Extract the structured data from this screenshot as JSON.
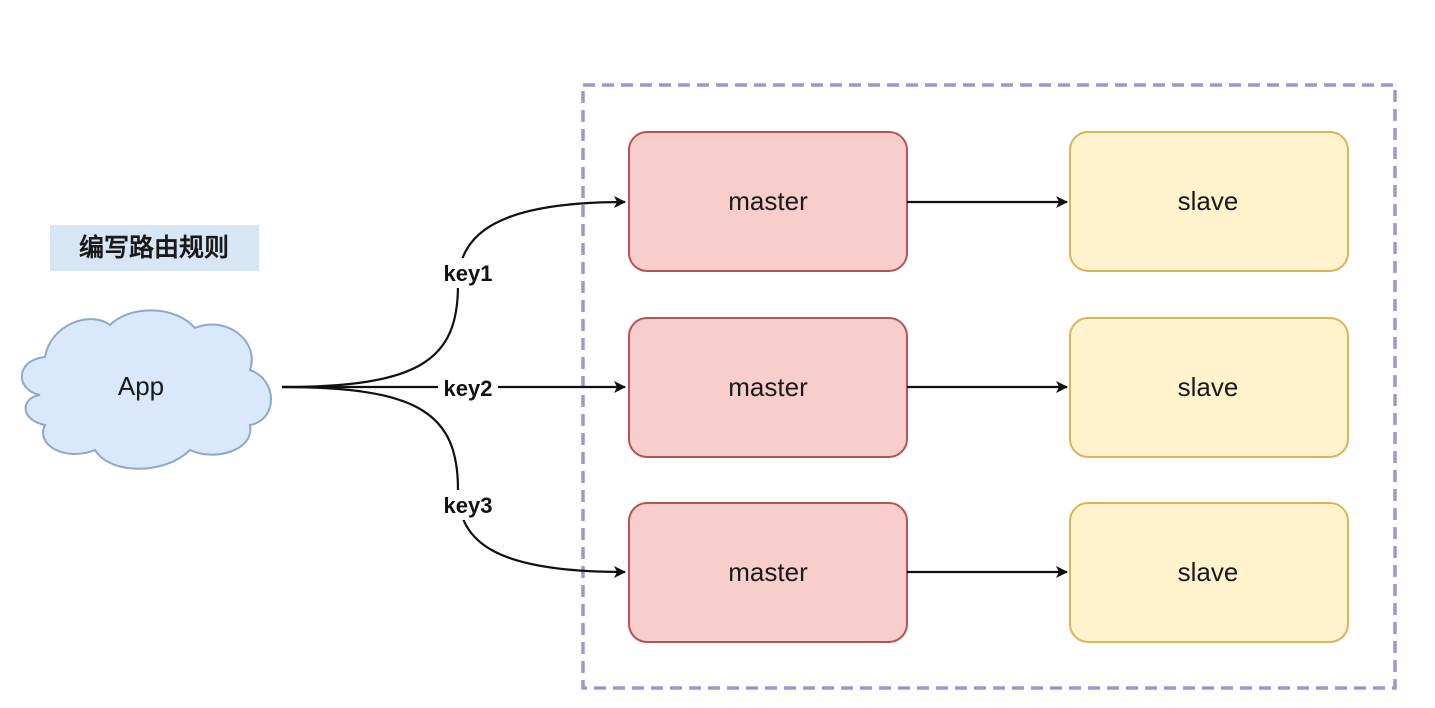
{
  "rule_label": "编写路由规则",
  "app": {
    "label": "App"
  },
  "route_keys": [
    "key1",
    "key2",
    "key3"
  ],
  "shards": [
    {
      "master": "master",
      "slave": "slave"
    },
    {
      "master": "master",
      "slave": "slave"
    },
    {
      "master": "master",
      "slave": "slave"
    }
  ],
  "colors": {
    "cloud_fill": "#dae8fc",
    "cloud_stroke": "#8fa8c6",
    "master_fill": "#f8cecc",
    "master_stroke": "#b85450",
    "slave_fill": "#fff2cc",
    "slave_stroke": "#d6b656",
    "group_border": "#9b97d0",
    "rule_label_bg": "#d6e6f5"
  }
}
